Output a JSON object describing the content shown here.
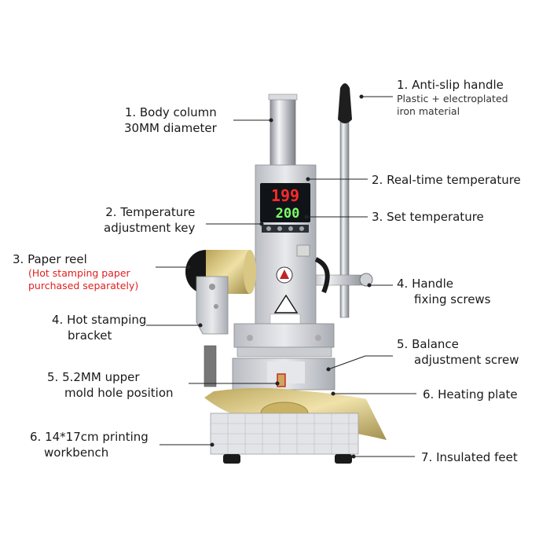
{
  "labels": {
    "body_column": {
      "line1": "1. Body column",
      "line2": "30MM diameter"
    },
    "anti_slip_handle": {
      "title": "1. Anti-slip handle",
      "sub1": "Plastic + electroplated",
      "sub2": "iron material"
    },
    "real_time_temperature": "2. Real-time temperature",
    "temperature_adjustment_key": {
      "line1": "2. Temperature",
      "line2": "adjustment key"
    },
    "set_temperature": "3. Set temperature",
    "paper_reel": {
      "title": "3. Paper reel",
      "sub1": "(Hot stamping paper",
      "sub2": "purchased separately)"
    },
    "handle_fixing_screws": {
      "line1": "4. Handle",
      "line2": "fixing screws"
    },
    "hot_stamping_bracket": {
      "line1": "4. Hot stamping",
      "line2": "bracket"
    },
    "balance_adjustment_screw": {
      "line1": "5. Balance",
      "line2": "adjustment screw"
    },
    "upper_mold_hole": {
      "line1": "5. 5.2MM upper",
      "line2": "mold hole position"
    },
    "heating_plate": "6. Heating plate",
    "printing_workbench": {
      "line1": "6. 14*17cm printing",
      "line2": "workbench"
    },
    "insulated_feet": "7. Insulated feet"
  },
  "display": {
    "real_time": "199",
    "set": "200"
  },
  "colors": {
    "accent_red": "#e02020",
    "display_red": "#ff2a2a",
    "display_green": "#7dff6a",
    "gold_foil": "#d8c27a"
  }
}
